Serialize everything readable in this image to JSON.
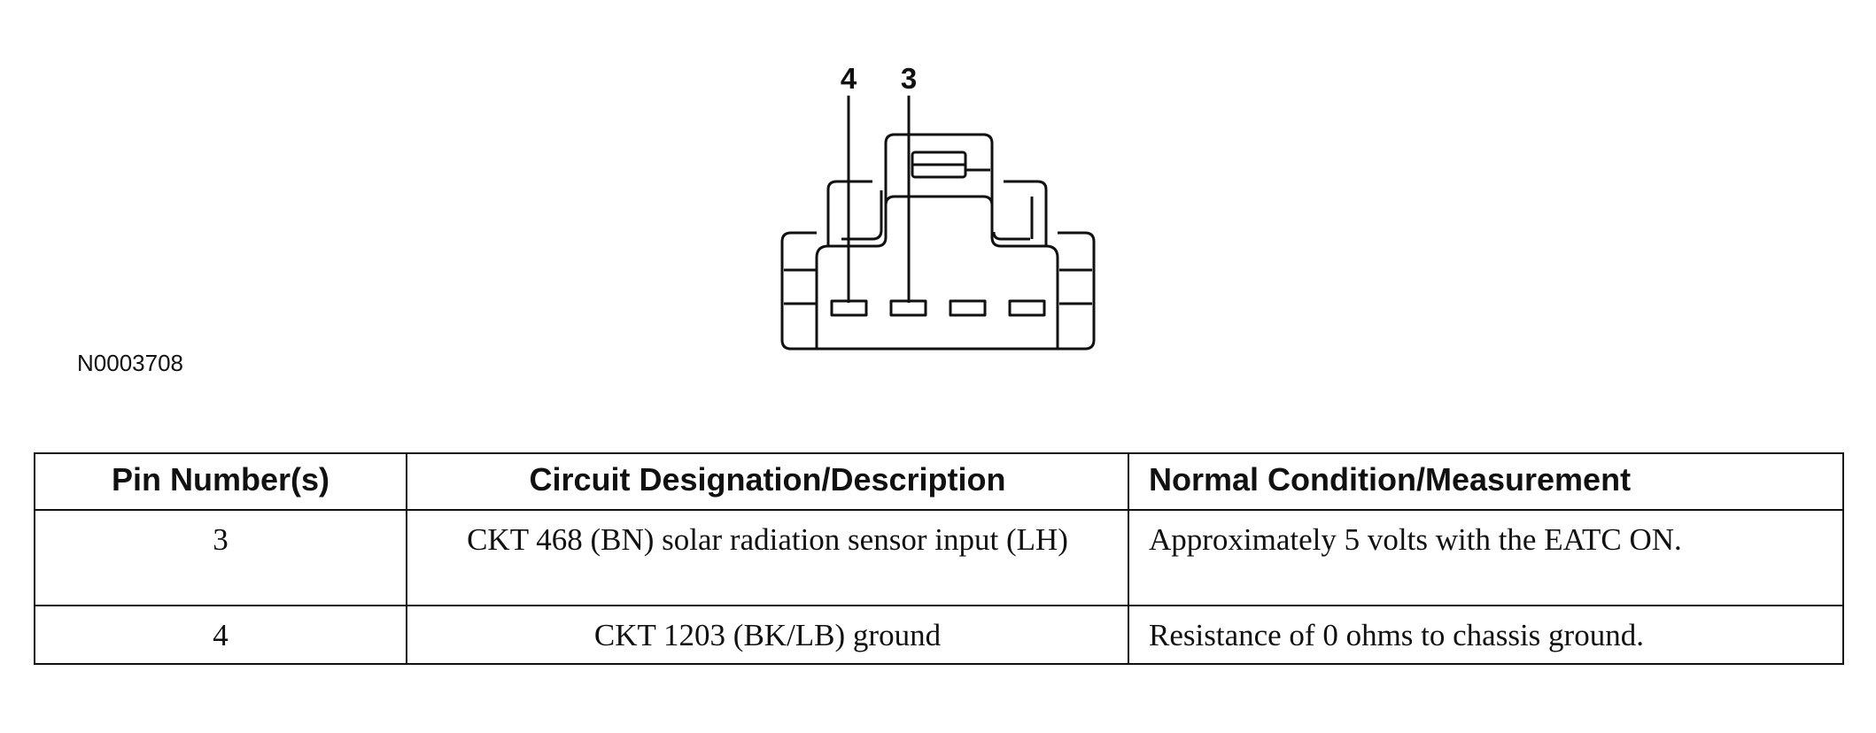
{
  "diagram": {
    "pin_labels": [
      "4",
      "3"
    ],
    "figure_id": "N0003708"
  },
  "table": {
    "headers": [
      "Pin Number(s)",
      "Circuit Designation/Description",
      "Normal Condition/Measurement"
    ],
    "rows": [
      {
        "pin": "3",
        "circuit": "CKT 468 (BN) solar radiation sensor input (LH)",
        "condition": "Approximately 5 volts with the EATC ON."
      },
      {
        "pin": "4",
        "circuit": "CKT 1203 (BK/LB) ground",
        "condition": "Resistance of 0 ohms to chassis ground."
      }
    ]
  }
}
